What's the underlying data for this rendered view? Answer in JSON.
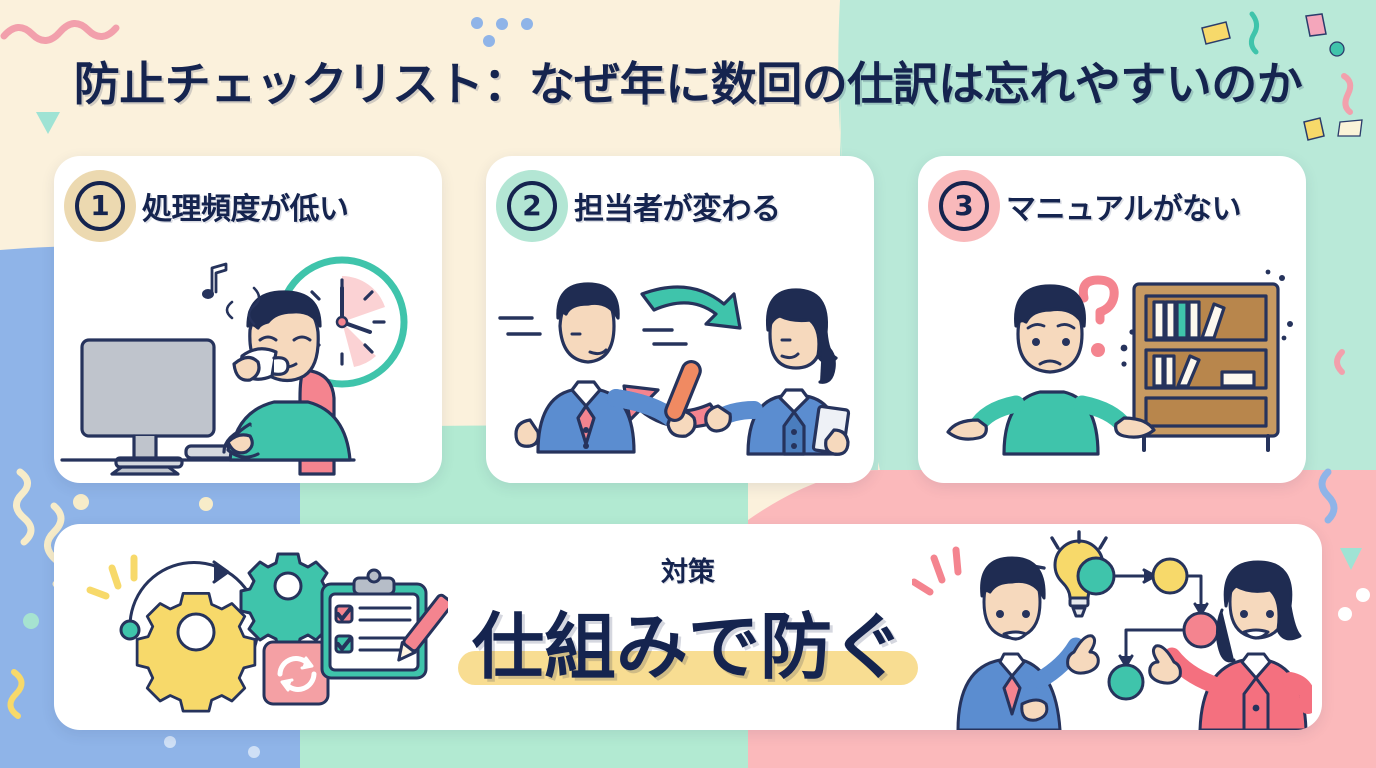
{
  "page": {
    "title": "防止チェックリスト：なぜ年に数回の仕訳は忘れやすいのか",
    "title_color": "#15244f"
  },
  "background": {
    "regions": [
      {
        "name": "top-left-cream",
        "color": "#fbf1dc"
      },
      {
        "name": "top-right-mint",
        "color": "#b9e9d8"
      },
      {
        "name": "left-blue",
        "color": "#8fb4e8"
      },
      {
        "name": "center-mint",
        "color": "#b2ead2"
      },
      {
        "name": "bottom-right-pink",
        "color": "#fbb9bb"
      }
    ],
    "accents": {
      "yellow": "#f6d44f",
      "pink": "#f4848f",
      "teal": "#3fc4ab",
      "navy": "#15244f",
      "cream": "#f7ecc9"
    }
  },
  "cards": [
    {
      "number": "1",
      "title": "処理頻度が低い",
      "badge_color": "#ecd9b0",
      "illustration": "person-drinking-coffee-at-desk-with-clock"
    },
    {
      "number": "2",
      "title": "担当者が変わる",
      "badge_color": "#b3e6d4",
      "illustration": "two-businesspeople-baton-handoff-with-arrows"
    },
    {
      "number": "3",
      "title": "マニュアルがない",
      "badge_color": "#f9b9bb",
      "illustration": "confused-person-shrugging-near-empty-bookshelf"
    }
  ],
  "solution": {
    "label": "対策",
    "headline": "仕組みで防ぐ",
    "highlight_color": "#f8dd92",
    "illustration_left": "gears-clipboard-checklist-sync-icons",
    "illustration_right": "two-people-pointing-at-flowchart-with-lightbulb"
  }
}
